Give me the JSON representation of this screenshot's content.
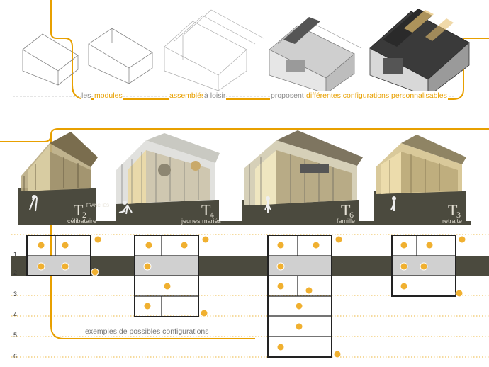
{
  "captions": {
    "les": "les",
    "modules": "modules",
    "assembles": "assemblés",
    "a_loisir": "à loisir",
    "proposent": "proposent",
    "configurations": "différentes configurations personnalisables"
  },
  "typologies": [
    {
      "letter": "T",
      "number": "2",
      "note": "TRANCHES",
      "label": "célibataire"
    },
    {
      "letter": "T",
      "number": "4",
      "label": "jeunes mariés"
    },
    {
      "letter": "T",
      "number": "6",
      "label": "famille"
    },
    {
      "letter": "T",
      "number": "3",
      "label": "retraite"
    }
  ],
  "rows": [
    "1",
    "2",
    "3",
    "4",
    "5",
    "6"
  ],
  "bottom_caption": "exemples de possibles configurations",
  "colors": {
    "accent": "#e8a000",
    "dark_band": "#4b4a3e",
    "marker": "#f0b030"
  }
}
